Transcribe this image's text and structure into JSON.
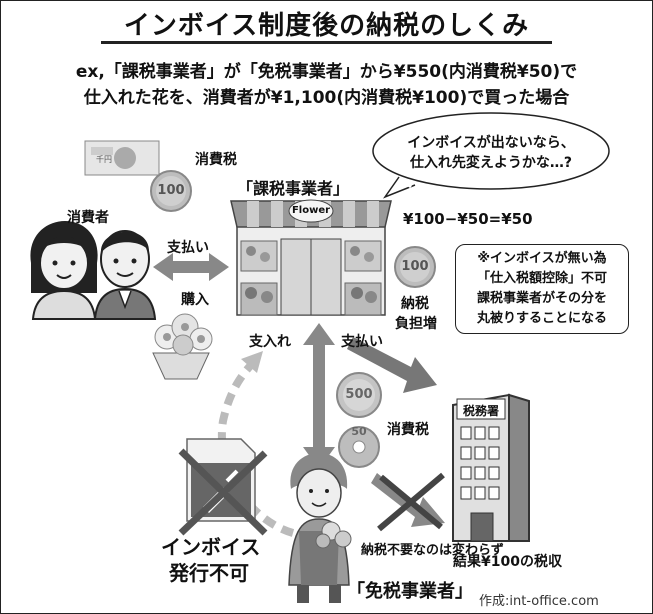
{
  "title": "インボイス制度後の納税のしくみ",
  "subtitle_line1": "ex,「課税事業者」が「免税事業者」から¥550(内消費税¥50)で",
  "subtitle_line2": "仕入れた花を、消費者が¥1,100(内消費税¥100)で買った場合",
  "labels": {
    "consumption_tax_top": "消費税",
    "consumer": "消費者",
    "taxable_business": "「課税事業者」",
    "payment_left": "支払い",
    "purchase": "購入",
    "stocking": "支入れ",
    "payment_right": "支払い",
    "tax_burden_line1": "納税",
    "tax_burden_line2": "負担増",
    "consumption_tax_bottom": "消費税",
    "invoice_line1": "インボイス",
    "invoice_line2": "発行不可",
    "exempt_business": "「免税事業者」",
    "result": "結果¥100の税収",
    "no_tax_needed": "納税不要なのは変わらず",
    "credit": "作成:int-office.com",
    "calc": "¥100−¥50=¥50",
    "shop_sign": "Flower",
    "tax_office_sign": "税務署",
    "bill_text": "千円"
  },
  "speech": {
    "line1": "インボイスが出ないなら、",
    "line2": "仕入れ先変えようかな…?"
  },
  "note": {
    "line1": "※インボイスが無い為",
    "line2": "「仕入税額控除」不可",
    "line3": "課税事業者がその分を",
    "line4": "丸被りすることになる"
  },
  "coins": {
    "coin_top": "100",
    "coin_tax_burden": "100",
    "coin_500": "500",
    "coin_50": "50"
  }
}
